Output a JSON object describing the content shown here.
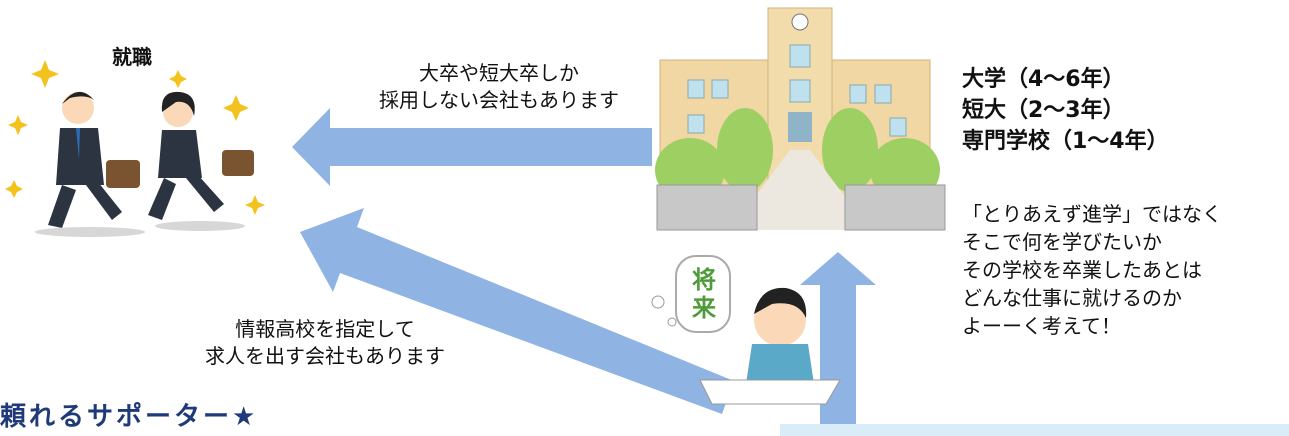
{
  "employment": {
    "title": "就職"
  },
  "arrow_top_text": [
    "大卒や短大卒しか",
    "採用しない会社もあります"
  ],
  "arrow_bottom_text": [
    "情報高校を指定して",
    "求人を出す会社もあります"
  ],
  "future_sign": {
    "chars": [
      "将",
      "来"
    ]
  },
  "schools": [
    "大学（4～6年）",
    "短大（2～3年）",
    "専門学校（1～4年）"
  ],
  "advice": [
    "「とりあえず進学」ではなく",
    "そこで何を学びたいか",
    "その学校を卒業したあとは",
    "どんな仕事に就けるのか",
    "よーーく考えて！"
  ],
  "section_heading": "頼れるサポーター★",
  "colors": {
    "arrow": "#8fb3e3",
    "heading": "#1e3a78",
    "band": "#d9ecf7"
  }
}
